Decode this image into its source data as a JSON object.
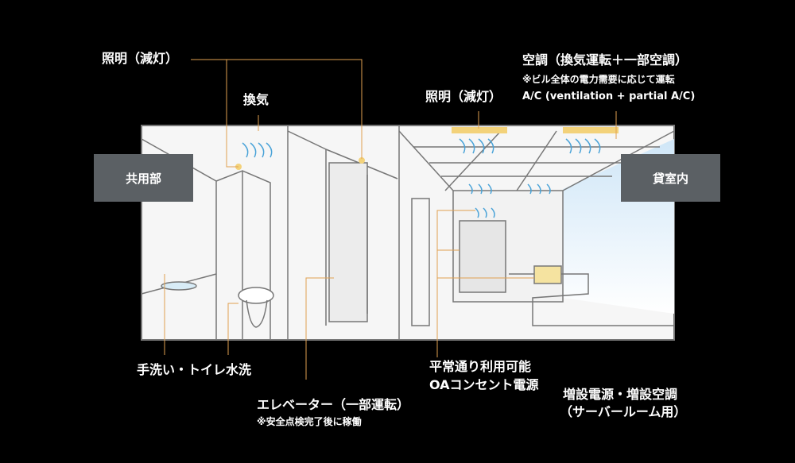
{
  "zones": {
    "common": "共用部",
    "tenant": "貸室内"
  },
  "labels": {
    "lighting_left": "照明（減灯）",
    "ventilation": "換気",
    "lighting_right": "照明（減灯）",
    "ac_title": "空調（換気運転＋一部空調）",
    "ac_note": "※ビル全体の電力需要に応じて運転",
    "ac_en": "A/C (ventilation + partial A/C)",
    "washroom": "手洗い・トイレ水洗",
    "elevator": "エレベーター（一部運転）",
    "elevator_note": "※安全点検完了後に稼働",
    "oa_line1": "平常通り利用可能",
    "oa_line2": "OAコンセント電源",
    "server_line1": "増設電源・増設空調",
    "server_line2": "（サーバールーム用）"
  },
  "colors": {
    "leader": "#e0a050",
    "panel": "#f4f4f4",
    "zone_box": "#5b6064",
    "airflow": "#4aa3d8",
    "light": "#f3d27a"
  }
}
